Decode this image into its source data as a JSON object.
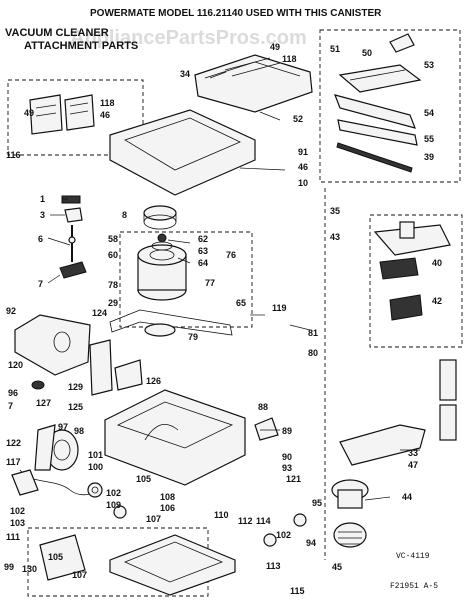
{
  "header": "POWERMATE MODEL 116.21140 USED WITH THIS CANISTER",
  "title_line1": "VACUUM CLEANER",
  "title_line2": "ATTACHMENT PARTS",
  "watermark": "AppliancePartsPros.com",
  "labels": {
    "p1": "1",
    "p3": "3",
    "p6": "6",
    "p7": "7",
    "p8": "8",
    "p10": "10",
    "p29": "29",
    "p33": "33",
    "p34": "34",
    "p35": "35",
    "p39": "39",
    "p40": "40",
    "p42": "42",
    "p43": "43",
    "p44": "44",
    "p45": "45",
    "p46a": "46",
    "p46b": "46",
    "p47": "47",
    "p49a": "49",
    "p49b": "49",
    "p50": "50",
    "p51": "51",
    "p52": "52",
    "p53": "53",
    "p54": "54",
    "p55": "55",
    "p58": "58",
    "p60": "60",
    "p62": "62",
    "p63": "63",
    "p64": "64",
    "p65": "65",
    "p76": "76",
    "p77": "77",
    "p78": "78",
    "p79": "79",
    "p80": "80",
    "p81": "81",
    "p88": "88",
    "p89": "89",
    "p90": "90",
    "p91": "91",
    "p92": "92",
    "p93": "93",
    "p94": "94",
    "p95": "95",
    "p96": "96",
    "p97": "97",
    "p98": "98",
    "p99": "99",
    "p100": "100",
    "p101": "101",
    "p102a": "102",
    "p102b": "102",
    "p102c": "102",
    "p103": "103",
    "p105a": "105",
    "p105b": "105",
    "p106": "106",
    "p107a": "107",
    "p107b": "107",
    "p108": "108",
    "p109": "109",
    "p110": "110",
    "p111": "111",
    "p112": "112",
    "p113": "113",
    "p114": "114",
    "p115": "115",
    "p116": "116",
    "p117": "117",
    "p118a": "118",
    "p118b": "118",
    "p119": "119",
    "p120": "120",
    "p121": "121",
    "p122": "122",
    "p124": "124",
    "p125": "125",
    "p126": "126",
    "p127": "127",
    "p129": "129",
    "p130": "130"
  },
  "footer_code": "VC-4119",
  "footer_ref": "F21951 A-5"
}
